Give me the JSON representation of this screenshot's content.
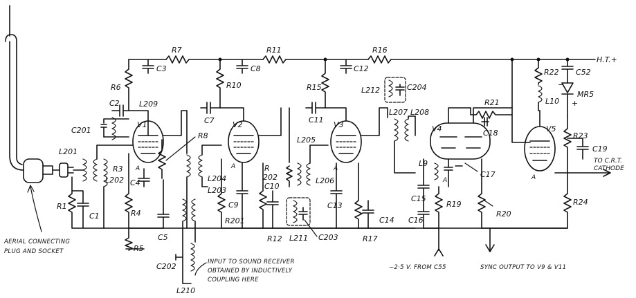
{
  "labels": {
    "ht": "H.T.+",
    "r7": "R7",
    "r11": "R11",
    "r16": "R16",
    "c3": "C3",
    "c8": "C8",
    "c12": "C12",
    "c52": "C52",
    "r6": "R6",
    "r10": "R10",
    "r15": "R15",
    "r22": "R22",
    "c2": "C2",
    "l209": "L209",
    "c7": "C7",
    "c11": "C11",
    "l212": "L212",
    "c204": "C204",
    "l207": "L207",
    "l208": "L208",
    "r21": "R21",
    "l10": "L10",
    "mr5": "MR5",
    "minus": "−",
    "plus": "+",
    "c201": "C201",
    "v1": "V1",
    "v2": "V2",
    "v3": "V3",
    "v4": "V4",
    "v5": "V5",
    "r8": "R8",
    "l205": "L205",
    "c18": "C18",
    "r23": "R23",
    "c19": "C19",
    "crt1": "TO C.R.T.",
    "crt2": "CATHODE",
    "l201": "L201",
    "r3": "R3",
    "l202": "L202",
    "c4": "C4",
    "l204": "L204",
    "l203": "L203",
    "r202a": "R",
    "r202b": "202",
    "l206": "L206",
    "l9": "L9",
    "c17": "C17",
    "c10": "C10",
    "c15": "C15",
    "c13": "C13",
    "r1": "R1",
    "c1": "C1",
    "r4": "R4",
    "c9": "C9",
    "r201": "R201",
    "r19": "R19",
    "r24": "R24",
    "c14": "C14",
    "c16": "C16",
    "r20": "R20",
    "l211": "L211",
    "c203": "C203",
    "r12": "R12",
    "r17": "R17",
    "r5": "R5",
    "c5": "C5",
    "c202": "C202",
    "l210": "L210",
    "a": "A"
  },
  "notes": {
    "aerial1": "AERIAL CONNECTING",
    "aerial2": "PLUG AND SOCKET",
    "input1": "INPUT TO SOUND RECEIVER",
    "input2": "OBTAINED BY INDUCTIVELY",
    "input3": "COUPLING HERE",
    "bias": "−2·5 V. FROM C55",
    "sync": "SYNC OUTPUT TO V9 & V11"
  }
}
